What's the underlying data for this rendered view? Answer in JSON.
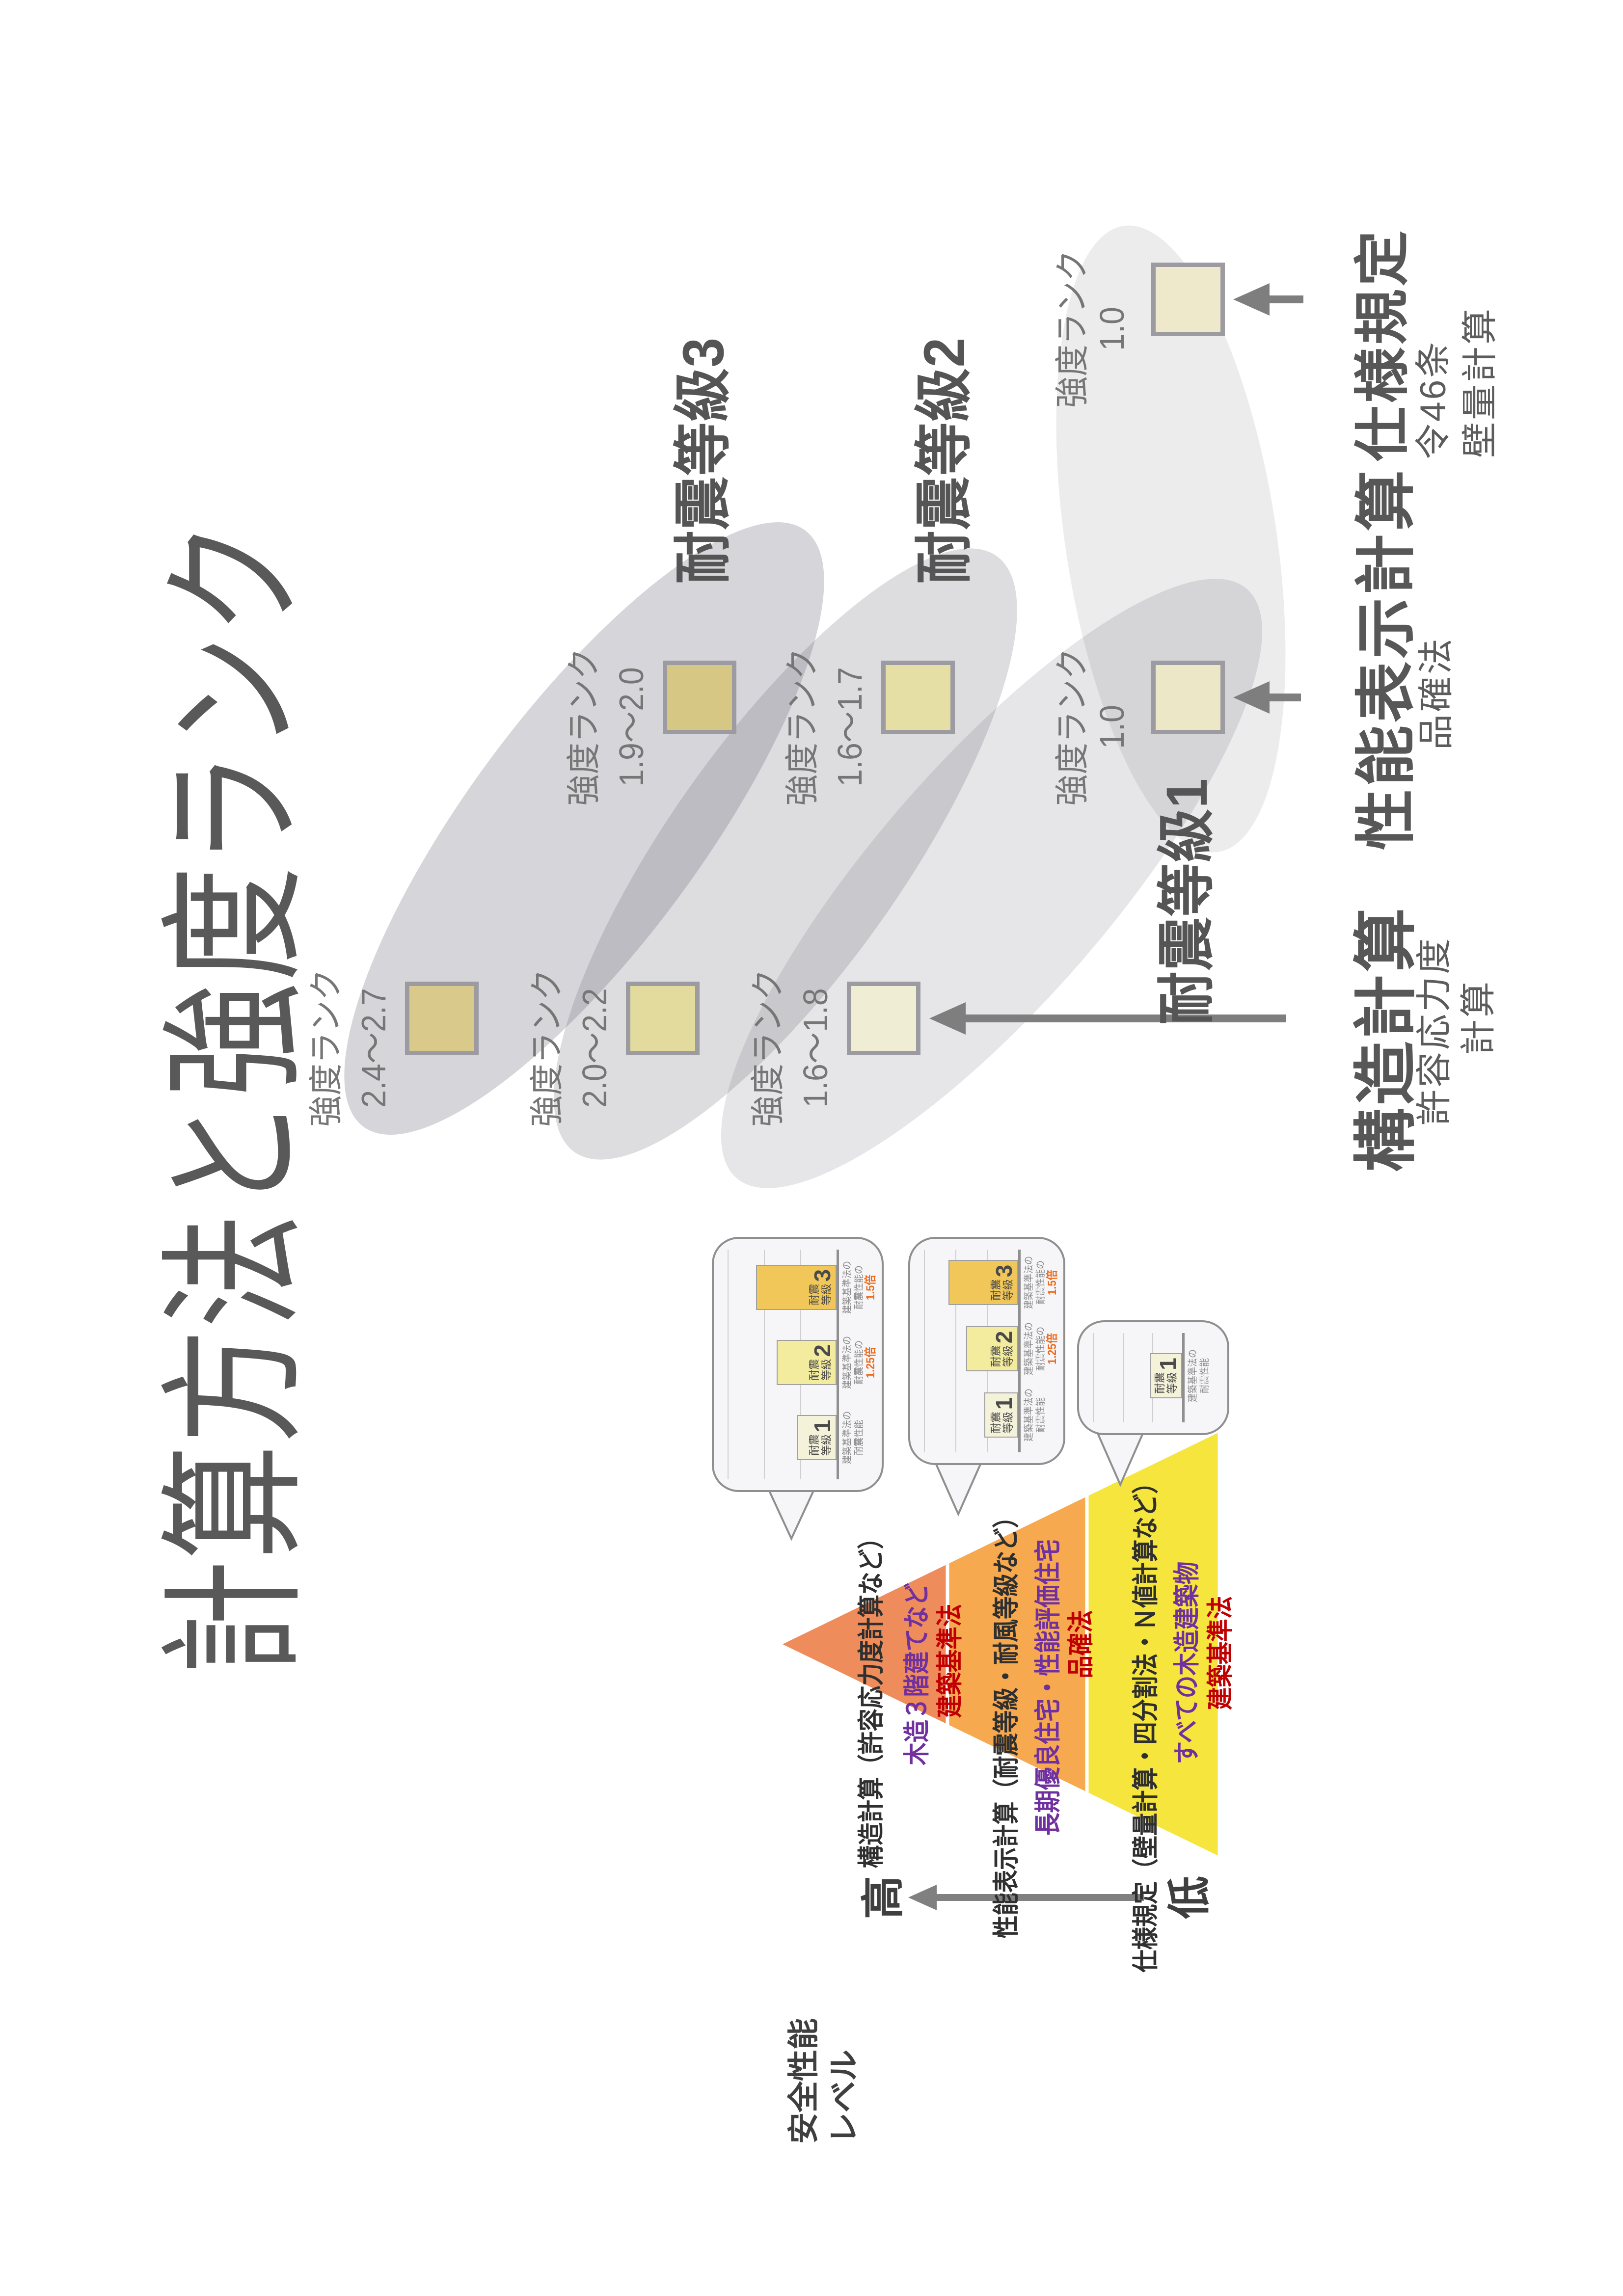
{
  "title": "計算方法と強度ランク",
  "grades": [
    {
      "id": "g3",
      "text": "耐震等級3"
    },
    {
      "id": "g2",
      "text": "耐震等級2"
    },
    {
      "id": "g1",
      "text": "耐震等級1"
    }
  ],
  "squares": [
    {
      "id": "s1",
      "col": "kozo",
      "label": "強度ランク",
      "value": "2.4～2.7",
      "fill": "#d9ca8b"
    },
    {
      "id": "s3",
      "col": "kozo",
      "label": "強度ランク",
      "value": "2.0～2.2",
      "fill": "#e2db9d"
    },
    {
      "id": "s5",
      "col": "kozo",
      "label": "強度ランク",
      "value": "1.6～1.8",
      "fill": "#efedd3"
    },
    {
      "id": "s2",
      "col": "seino",
      "label": "強度ランク",
      "value": "1.9～2.0",
      "fill": "#d6c784"
    },
    {
      "id": "s4",
      "col": "seino",
      "label": "強度ランク",
      "value": "1.6～1.7",
      "fill": "#e6dfa5"
    },
    {
      "id": "s7",
      "col": "seino",
      "label": "強度ランク",
      "value": "1.0",
      "fill": "#ece7c6"
    },
    {
      "id": "s6",
      "col": "shiyo",
      "label": "強度ランク",
      "value": "1.0",
      "fill": "#eee9ca"
    }
  ],
  "methods": [
    {
      "id": "kozo",
      "big": "構造計算",
      "subs": [
        "許容応力度",
        "計算"
      ]
    },
    {
      "id": "seino",
      "big": "性能表示計算",
      "subs": [
        "品確法"
      ]
    },
    {
      "id": "shiyo",
      "big": "仕様規定",
      "subs": [
        "令46条",
        "壁量計算"
      ]
    }
  ],
  "pyramid": {
    "rows": [
      {
        "text": "構造計算（許容応力度計算など）",
        "kind": "black"
      },
      {
        "text": "木造３階建てなど",
        "kind": "purple"
      },
      {
        "text": "建築基準法",
        "kind": "red"
      },
      {
        "text": "性能表示計算（耐震等級・耐風等級など）",
        "kind": "black"
      },
      {
        "text": "長期優良住宅・性能評価住宅",
        "kind": "purple"
      },
      {
        "text": "品確法",
        "kind": "red"
      },
      {
        "text": "仕様規定（壁量計算・四分割法・Ｎ値計算など）",
        "kind": "black"
      },
      {
        "text": "すべての木造建築物",
        "kind": "purple"
      },
      {
        "text": "建築基準法",
        "kind": "red"
      }
    ],
    "band_colors": [
      "#ee8c5b",
      "#f6a94e",
      "#f5e53d"
    ]
  },
  "axis": {
    "title_lines": [
      "安全性能",
      "レベル"
    ],
    "high": "高",
    "low": "低"
  },
  "callouts": [
    {
      "id": "kozo",
      "bars": [
        {
          "name": "耐震等級",
          "num": "1",
          "value": 1.0,
          "notes": [
            "建築基準法の",
            "耐震性能"
          ],
          "mult": ""
        },
        {
          "name": "耐震等級",
          "num": "2",
          "value": 1.25,
          "notes": [
            "建築基準法の",
            "耐震性能の"
          ],
          "mult": "1.25倍"
        },
        {
          "name": "耐震等級",
          "num": "3",
          "value": 1.5,
          "notes": [
            "建築基準法の",
            "耐震性能の"
          ],
          "mult": "1.5倍"
        }
      ]
    },
    {
      "id": "seino",
      "bars": [
        {
          "name": "耐震等級",
          "num": "1",
          "value": 1.0,
          "notes": [
            "建築基準法の",
            "耐震性能"
          ],
          "mult": ""
        },
        {
          "name": "耐震等級",
          "num": "2",
          "value": 1.25,
          "notes": [
            "建築基準法の",
            "耐震性能の"
          ],
          "mult": "1.25倍"
        },
        {
          "name": "耐震等級",
          "num": "3",
          "value": 1.5,
          "notes": [
            "建築基準法の",
            "耐震性能の"
          ],
          "mult": "1.5倍"
        }
      ]
    },
    {
      "id": "shiyo",
      "bars": [
        {
          "name": "耐震等級",
          "num": "1",
          "value": 1.0,
          "notes": [
            "建築基準法の",
            "耐震性能"
          ],
          "mult": ""
        }
      ]
    }
  ],
  "chart_data": [
    {
      "type": "bar",
      "title": "構造計算（許容応力度計算など）",
      "categories": [
        "耐震等級1",
        "耐震等級2",
        "耐震等級3"
      ],
      "values": [
        1.0,
        1.25,
        1.5
      ],
      "ylabel": "建築基準法の耐震性能比",
      "ylim": [
        0,
        1.6
      ],
      "grid": true
    },
    {
      "type": "bar",
      "title": "性能表示計算（耐震等級・耐風等級など）",
      "categories": [
        "耐震等級1",
        "耐震等級2",
        "耐震等級3"
      ],
      "values": [
        1.0,
        1.25,
        1.5
      ],
      "ylabel": "建築基準法の耐震性能比",
      "ylim": [
        0,
        1.6
      ],
      "grid": true
    },
    {
      "type": "bar",
      "title": "仕様規定（壁量計算・四分割法・Ｎ値計算など）",
      "categories": [
        "耐震等級1"
      ],
      "values": [
        1.0
      ],
      "ylabel": "建築基準法の耐震性能",
      "ylim": [
        0,
        1.6
      ],
      "grid": true
    }
  ],
  "colors": {
    "title_gray": "#595959",
    "grade_text": "#555555",
    "label_gray": "#767676",
    "arrow_gray": "#7e7e7e",
    "square_border": "#9b9ba1",
    "purple": "#7030a0",
    "red": "#c00000",
    "orange": "#ee6c1e",
    "pyramid_top": "#ee8c5b",
    "pyramid_mid": "#f6a94e",
    "pyramid_bottom": "#f5e53d",
    "callout_bg": "#f6f6f8",
    "callout_border": "#8f8f8f",
    "bar_grade1": "#f4f2d9",
    "bar_grade2": "#f3eb9e",
    "bar_grade3": "#f1c75a",
    "band_gray_dark": "#d7d7da",
    "band_gray_light": "#e9e9ec"
  }
}
